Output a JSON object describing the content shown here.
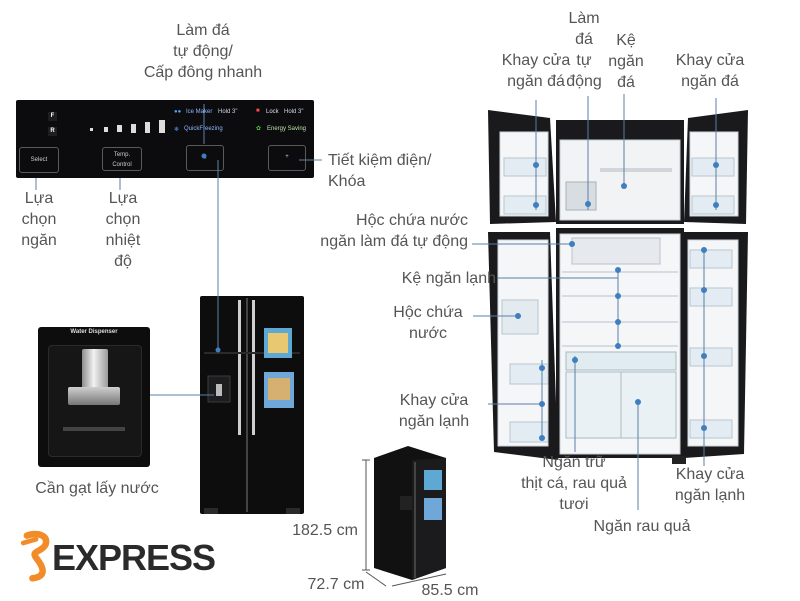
{
  "brand": {
    "logo_text": "EXPRESS",
    "accent": "#f28c28"
  },
  "panel": {
    "f": "F",
    "r": "R",
    "select": "Select",
    "temp_control": "Temp.\nControl",
    "ice_maker": "Ice Maker",
    "ice_maker_hold": "Hold 3\"",
    "quick_freezing": "QuickFreezing",
    "lock": "Lock",
    "lock_hold": "Hold 3\"",
    "energy_saving": "Energy Saving"
  },
  "dispenser": {
    "title": "Water Dispenser"
  },
  "labels": {
    "auto_ice": "Làm đá\ntự động/\nCấp đông nhanh",
    "energy_lock": "Tiết kiệm điện/\nKhóa",
    "select_comp": "Lựa\nchọn\nngăn",
    "select_temp": "Lựa\nchọn\nnhiệt\nđộ",
    "water_lever": "Cần gạt lấy nước",
    "ice_door_tray_left": "Khay cửa\nngăn đá",
    "auto_icemaker": "Làm\nđá\ntự\nđộng",
    "freezer_shelf": "Kệ\nngăn\nđá",
    "ice_door_tray_right": "Khay cửa\nngăn đá",
    "ice_water_tank": "Hộc chứa nước\nngăn làm đá tự động",
    "fridge_shelf": "Kệ ngăn lạnh",
    "water_tank": "Hộc chứa\nnước",
    "fridge_door_tray_left": "Khay cửa\nngăn lạnh",
    "meat_drawer": "Ngăn trữ\nthịt cá, rau quả\ntươi",
    "veg_drawer": "Ngăn rau quả",
    "fridge_door_tray_right": "Khay cửa\nngăn lạnh"
  },
  "dimensions": {
    "height": "182.5 cm",
    "depth": "72.7 cm",
    "width": "85.5 cm"
  }
}
